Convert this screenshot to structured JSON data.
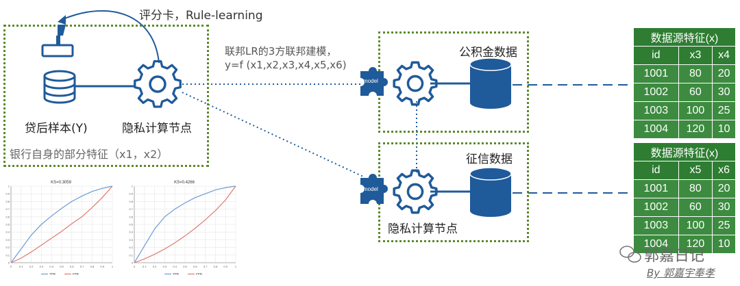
{
  "scorecard_label": "评分卡，Rule-learning",
  "bank_node": {
    "sample_label": "贷后样本(Y)",
    "compute_label": "隐私计算节点",
    "features_label": "银行自身的部分特征（x1，x2）"
  },
  "federated_label": {
    "line1": "联邦LR的3方联邦建模，",
    "line2": "y=f (x1,x2,x3,x4,x5,x6)"
  },
  "provident_node": {
    "title": "公积金数据",
    "puzzle_label": "model"
  },
  "credit_node": {
    "title": "征信数据",
    "compute_label": "隐私计算节点",
    "puzzle_label": "model"
  },
  "table1": {
    "caption": "数据源特征(x)",
    "headers": [
      "id",
      "x3",
      "x4"
    ],
    "rows": [
      [
        "1001",
        "80",
        "20"
      ],
      [
        "1002",
        "60",
        "30"
      ],
      [
        "1003",
        "100",
        "25"
      ],
      [
        "1004",
        "120",
        "10"
      ]
    ]
  },
  "table2": {
    "caption": "数据源特征(x)",
    "headers": [
      "id",
      "x5",
      "x6"
    ],
    "rows": [
      [
        "1001",
        "80",
        "20"
      ],
      [
        "1002",
        "60",
        "30"
      ],
      [
        "1003",
        "100",
        "25"
      ],
      [
        "1004",
        "120",
        "10"
      ]
    ]
  },
  "watermark": {
    "name": "郭嘉日记",
    "byline": "By 郭嘉宇奉孝"
  },
  "colors": {
    "accent_blue": "#1f5a9a",
    "frame_green": "#5a8a2a",
    "table_green": "#3d8b40"
  },
  "chart_data": [
    {
      "type": "line",
      "title": "KS=0.3059",
      "x": [
        0,
        0.1,
        0.2,
        0.3,
        0.4,
        0.5,
        0.6,
        0.7,
        0.8,
        0.9,
        1
      ],
      "series": [
        {
          "name": "TPR",
          "values": [
            0,
            0.18,
            0.36,
            0.5,
            0.61,
            0.71,
            0.8,
            0.87,
            0.93,
            0.97,
            1
          ]
        },
        {
          "name": "FPR",
          "values": [
            0,
            0.06,
            0.14,
            0.23,
            0.32,
            0.41,
            0.51,
            0.6,
            0.72,
            0.85,
            1
          ]
        }
      ],
      "xticks": [
        "0",
        "0.1",
        "0.2",
        "0.3",
        "0.4",
        "0.5",
        "0.6",
        "0.7",
        "0.8",
        "0.9",
        "1"
      ],
      "yticks": [
        "0",
        "0.1",
        "0.2",
        "0.3",
        "0.4",
        "0.5",
        "0.6",
        "0.7",
        "0.8",
        "0.9",
        "1"
      ],
      "xlim": [
        0,
        1
      ],
      "ylim": [
        0,
        1
      ],
      "grid": true,
      "legend": "bottom"
    },
    {
      "type": "line",
      "title": "KS=0.4266",
      "x": [
        0,
        0.1,
        0.2,
        0.3,
        0.4,
        0.5,
        0.6,
        0.7,
        0.8,
        0.9,
        1
      ],
      "series": [
        {
          "name": "TPR",
          "values": [
            0,
            0.22,
            0.44,
            0.6,
            0.7,
            0.78,
            0.85,
            0.9,
            0.95,
            0.98,
            1
          ]
        },
        {
          "name": "FPR",
          "values": [
            0,
            0.05,
            0.11,
            0.18,
            0.26,
            0.35,
            0.45,
            0.56,
            0.68,
            0.82,
            1
          ]
        }
      ],
      "xticks": [
        "0",
        "0.1",
        "0.2",
        "0.3",
        "0.4",
        "0.5",
        "0.6",
        "0.7",
        "0.8",
        "0.9",
        "1"
      ],
      "yticks": [
        "0",
        "0.1",
        "0.2",
        "0.3",
        "0.4",
        "0.5",
        "0.6",
        "0.7",
        "0.8",
        "0.9",
        "1"
      ],
      "xlim": [
        0,
        1
      ],
      "ylim": [
        0,
        1
      ],
      "grid": true,
      "legend": "bottom"
    }
  ]
}
